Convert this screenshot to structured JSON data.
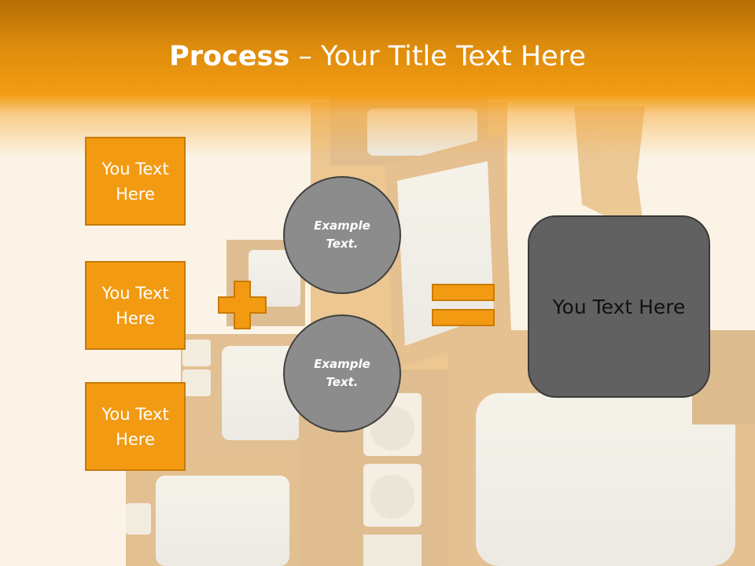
{
  "slide": {
    "title_bold": "Process",
    "title_rest": " – Your Title Text Here",
    "left_boxes": [
      "You Text Here",
      "You Text Here",
      "You Text Here"
    ],
    "circles": [
      "Example Text.",
      "Example Text."
    ],
    "result_text": "You Text Here",
    "operators": {
      "plus_icon": "plus-sign",
      "equals_icon": "equals-sign"
    },
    "colors": {
      "accent_orange": "#F29A12",
      "title_bar": "#DD8C0C",
      "circle_fill": "#8C8C8C",
      "result_fill": "#616161",
      "text_white": "#FFFFFF"
    }
  }
}
